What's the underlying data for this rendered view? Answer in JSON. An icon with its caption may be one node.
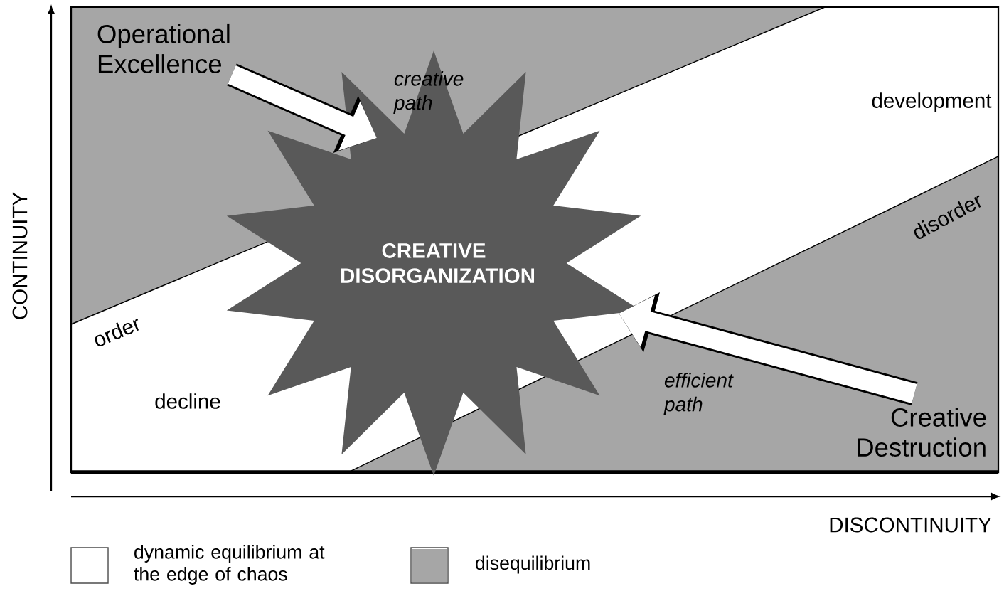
{
  "diagram": {
    "nodes": [
      {
        "text": [
          "Operational Excellence"
        ]
      },
      {
        "text": [
          "CREATIVE DISORGANIZATION"
        ]
      },
      {
        "text": [
          "Creative Destruction"
        ]
      }
    ],
    "edges": [
      {
        "from": 0,
        "to": 1,
        "arrow": "to",
        "label": "creative path"
      },
      {
        "from": 2,
        "to": 1,
        "arrow": "to",
        "label": "efficient path"
      }
    ],
    "labels": [
      "development",
      "order",
      "disorder",
      "decline",
      "CONTINUITY",
      "DISCONTINUITY"
    ],
    "legend": [
      {
        "text": "dynamic equilibrium at the edge of chaos",
        "color": "#ffffff"
      },
      {
        "text": "disequilibrium",
        "color": "#a6a6a6"
      }
    ]
  }
}
